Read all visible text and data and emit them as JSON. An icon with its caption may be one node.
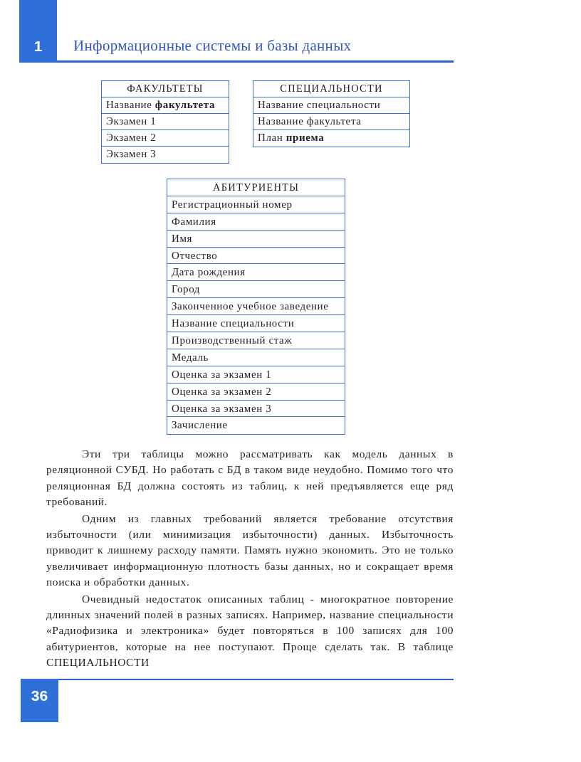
{
  "diagram": {
    "nodes": [
      {
        "text": [
          "ФАКУЛЬТЕТЫ"
        ]
      },
      {
        "text": [
          "Название **факультета**"
        ],
        "in": 0
      },
      {
        "text": [
          "Экзамен 1"
        ],
        "in": 0
      },
      {
        "text": [
          "Экзамен 2"
        ],
        "in": 0
      },
      {
        "text": [
          "Экзамен 3"
        ],
        "in": 0
      },
      {
        "text": [
          "СПЕЦИАЛЬНОСТИ"
        ]
      },
      {
        "text": [
          "Название специальности"
        ],
        "in": 5
      },
      {
        "text": [
          "Название факультета"
        ],
        "in": 5
      },
      {
        "text": [
          "План **приема**"
        ],
        "in": 5
      },
      {
        "text": [
          "АБИТУРИЕНТЫ"
        ]
      },
      {
        "text": [
          "Регистрационный номер"
        ],
        "in": 9
      },
      {
        "text": [
          "Фамилия"
        ],
        "in": 9
      },
      {
        "text": [
          "Имя"
        ],
        "in": 9
      },
      {
        "text": [
          "Отчество"
        ],
        "in": 9
      },
      {
        "text": [
          "Дата рождения"
        ],
        "in": 9
      },
      {
        "text": [
          "Город"
        ],
        "in": 9
      },
      {
        "text": [
          "Законченное учебное заведение"
        ],
        "in": 9
      },
      {
        "text": [
          "Название специальности"
        ],
        "in": 9
      },
      {
        "text": [
          "Производственный стаж"
        ],
        "in": 9
      },
      {
        "text": [
          "Медаль"
        ],
        "in": 9
      },
      {
        "text": [
          "Оценка за экзамен 1"
        ],
        "in": 9
      },
      {
        "text": [
          "Оценка за экзамен 2"
        ],
        "in": 9
      },
      {
        "text": [
          "Оценка за экзамен 3"
        ],
        "in": 9
      },
      {
        "text": [
          "Зачисление"
        ],
        "in": 9
      }
    ],
    "labels": [
      "1",
      "Информационные системы и базы данных",
      "Эти три таблицы можно рассматривать как модель данных в реляционной СУБД. Но работать с БД в таком виде неудобно. Помимо того что реляционная БД должна состоять из таблиц, к ней предъявляется еще ряд требований.",
      "Одним из главных требований является требование отсутствия избыточности (или минимизация избыточности) данных. Избыточность приводит к лишнему расходу памяти. Память нужно экономить. Это не только увеличивает информационную плотность базы данных, но и сокращает время поиска и обработки данных.",
      "Очевидный недостаток описанных таблиц - многократное повторение длинных значений полей в разных записях. Например, название специальности «Радиофизика и электроника» будет повторяться в 100 записях для 100 абитуриентов, которые на нее поступают. Проще сделать так. В таблице СПЕЦИАЛЬНОСТИ",
      "36"
    ]
  }
}
